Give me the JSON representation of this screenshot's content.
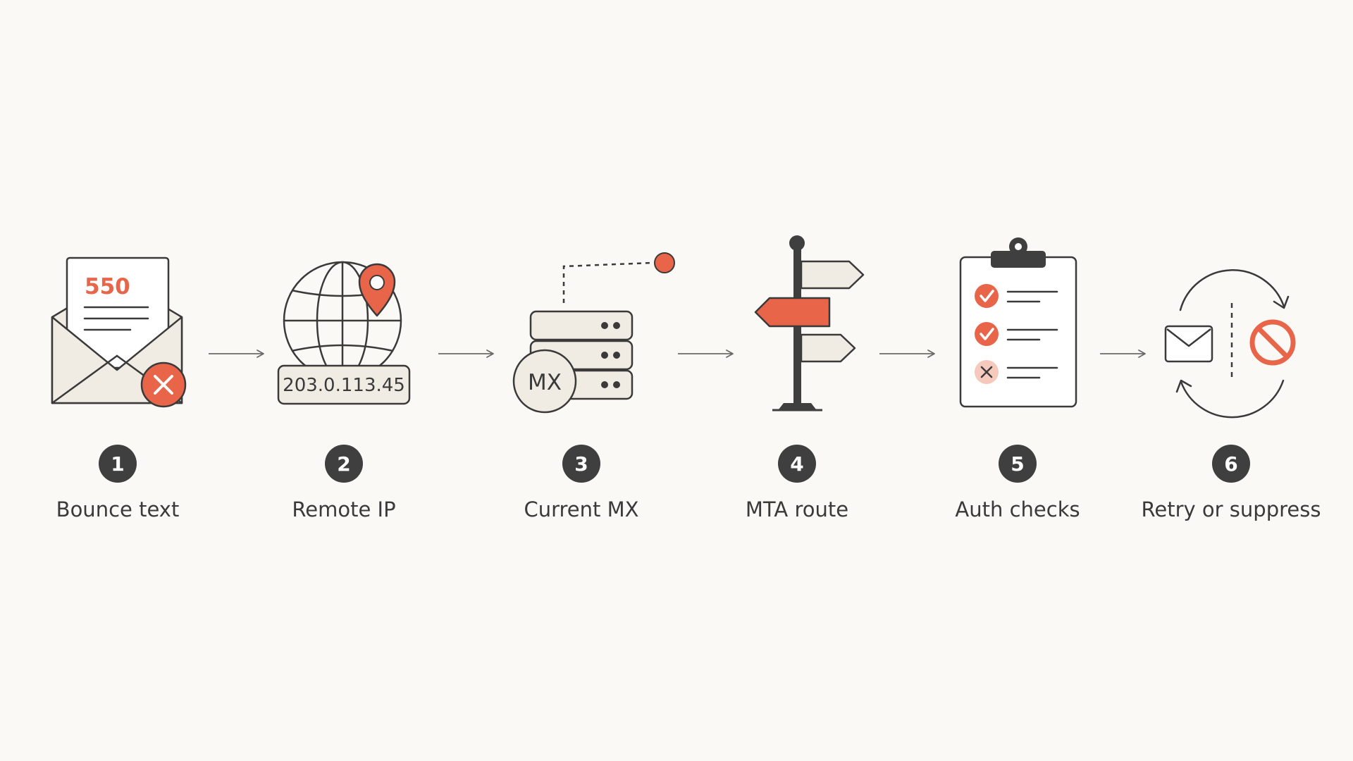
{
  "colors": {
    "background": "#fbf9f5",
    "ink": "#3a3a3a",
    "accent": "#e8654a",
    "fill": "#f0ebe3",
    "badge": "#3f3f3f"
  },
  "steps": [
    {
      "number": "1",
      "label": "Bounce text",
      "icon": "bounced-email-icon",
      "code": "550"
    },
    {
      "number": "2",
      "label": "Remote IP",
      "icon": "globe-location-icon",
      "ip": "203.0.113.45"
    },
    {
      "number": "3",
      "label": "Current MX",
      "icon": "mx-server-icon",
      "badge": "MX"
    },
    {
      "number": "4",
      "label": "MTA route",
      "icon": "signpost-icon"
    },
    {
      "number": "5",
      "label": "Auth checks",
      "icon": "clipboard-checklist-icon"
    },
    {
      "number": "6",
      "label": "Retry or suppress",
      "icon": "retry-suppress-icon"
    }
  ]
}
